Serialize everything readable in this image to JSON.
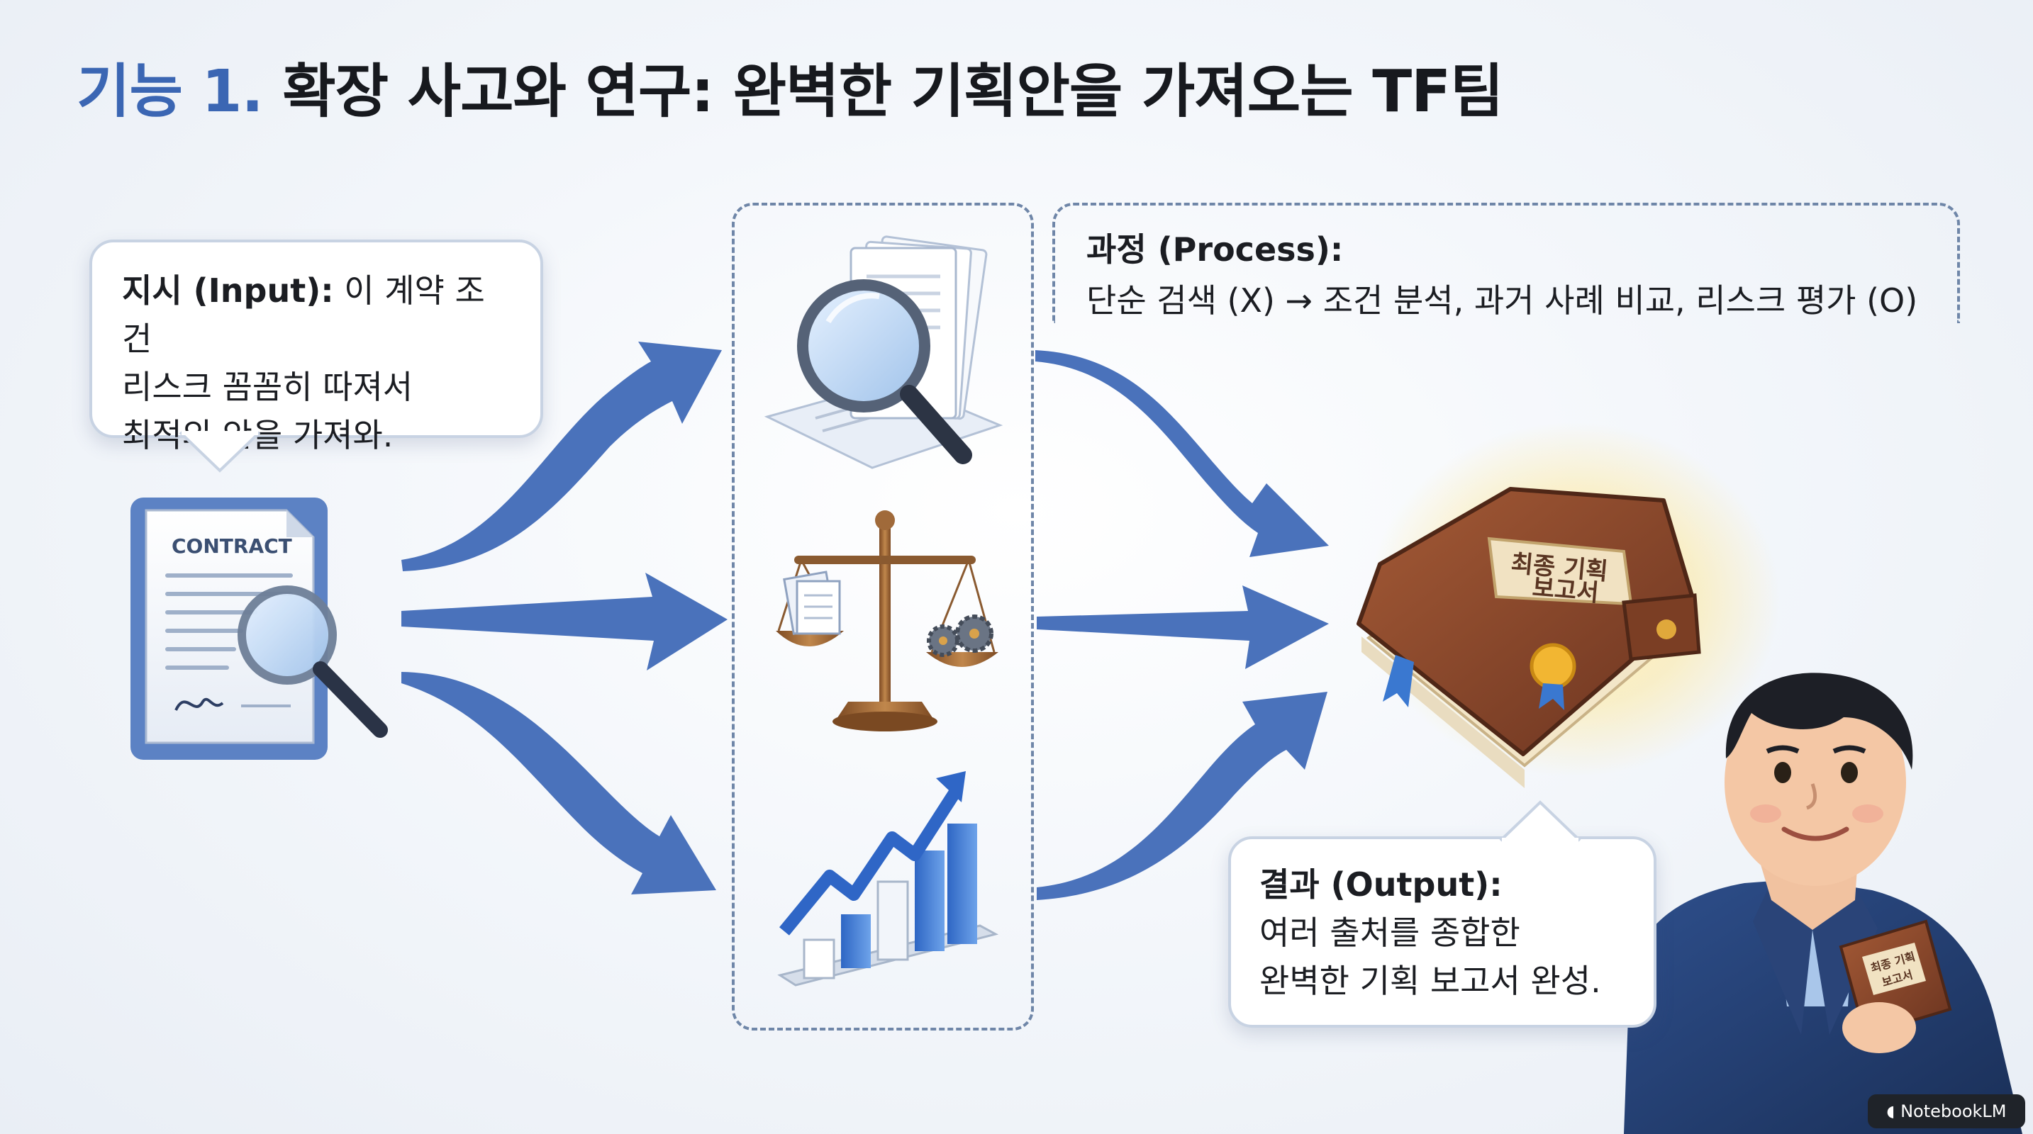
{
  "title": {
    "prefix": "기능 1.",
    "text": "확장 사고와 연구: 완벽한 기획안을 가져오는 TF팀"
  },
  "input": {
    "label": "지시 (Input):",
    "line1_rest": " 이 계약 조건",
    "line2": "리스크 꼼꼼히 따져서",
    "line3": "최적의 안을 가져와."
  },
  "contract_doc_label": "CONTRACT",
  "process": {
    "label": "과정 (Process):",
    "text": "단순 검색 (X) → 조건 분석, 과거 사례 비교, 리스크 평가 (O)"
  },
  "report_book_label": {
    "line1": "최종 기획",
    "line2": "보고서"
  },
  "character_book_label": {
    "line1": "최종 기획",
    "line2": "보고서"
  },
  "output": {
    "label": "결과 (Output):",
    "line1": "여러 출처를 종합한",
    "line2": "완벽한 기획 보고서 완성."
  },
  "watermark": "NotebookLM",
  "colors": {
    "accent": "#3b66b3",
    "arrow": "#4a72bb",
    "dashed_border": "#6f86a8",
    "book_leather": "#8a4a2e",
    "suit": "#233d6e"
  },
  "icons": [
    "contract-document-icon",
    "magnifier-documents-icon",
    "balance-scale-icon",
    "growth-chart-icon",
    "report-book-icon"
  ]
}
